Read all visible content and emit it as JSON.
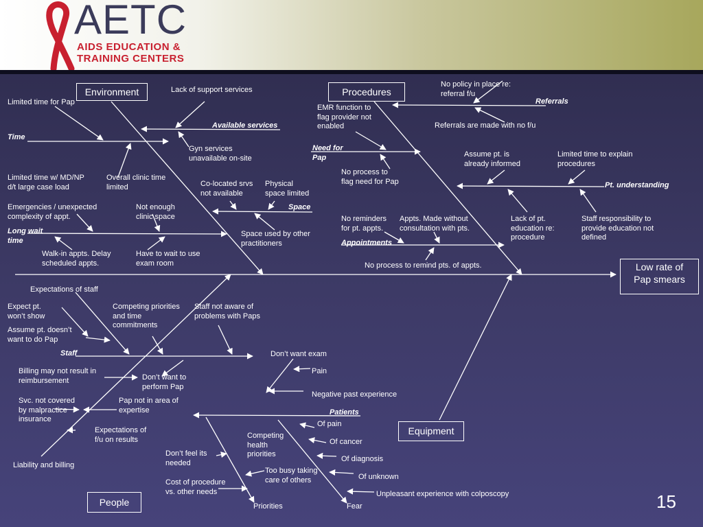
{
  "header": {
    "logo_title": "AETC",
    "logo_line1": "AIDS EDUCATION &",
    "logo_line2": "TRAINING CENTERS",
    "ribbon_color": "#c8202f"
  },
  "boxes": {
    "environment": "Environment",
    "procedures": "Procedures",
    "people": "People",
    "equipment": "Equipment",
    "effect_line1": "Low rate of",
    "effect_line2": "Pap smears"
  },
  "environment": {
    "lack_support": "Lack of support services",
    "limited_time_pap": "Limited time for Pap",
    "available_services": "Available services",
    "time": "Time",
    "gyn1": "Gyn services",
    "gyn2": "unavailable on-site",
    "ltw1": "Limited time w/ MD/NP",
    "ltw2": "d/t large case load",
    "ocl1": "Overall clinic time",
    "ocl2": "limited",
    "cosrvs1": "Co-located srvs",
    "cosrvs2": "not available",
    "phys1": "Physical",
    "phys2": "space limited",
    "space": "Space",
    "emerg1": "Emergencies / unexpected",
    "emerg2": "complexity of appt.",
    "notenough1": "Not enough",
    "notenough2": "clinic space",
    "longwait1": "Long wait",
    "longwait2": "time",
    "spaceused1": "Space used by other",
    "spaceused2": "practitioners",
    "walkin1": "Walk-in appts. Delay",
    "walkin2": "scheduled appts.",
    "havewait1": "Have to wait to use",
    "havewait2": "exam room"
  },
  "procedures": {
    "nopolicy1": "No policy in place re:",
    "nopolicy2": "referral f/u",
    "referrals": "Referrals",
    "emr1": "EMR function to",
    "emr2": "flag provider not",
    "emr3": "enabled",
    "refmade": "Referrals are made with no f/u",
    "needfor1": "Need for",
    "needfor2": "Pap",
    "assume1": "Assume pt. is",
    "assume2": "already informed",
    "ltexplain1": "Limited time to explain",
    "ltexplain2": "procedures",
    "noprocflag1": "No process to",
    "noprocflag2": "flag need for Pap",
    "ptunder": "Pt. understanding",
    "norem1": "No reminders",
    "norem2": "for pt. appts.",
    "apptsmade1": "Appts. Made without",
    "apptsmade2": "consultation with pts.",
    "lackpt1": "Lack of pt.",
    "lackpt2": "education re:",
    "lackpt3": "procedure",
    "staffresp1": "Staff responsibility to",
    "staffresp2": "provide education not",
    "staffresp3": "defined",
    "appointments": "Appointments",
    "noprocremind": "No process to remind pts. of appts."
  },
  "people": {
    "expstaff": "Expectations of staff",
    "expect1": "Expect pt.",
    "expect2": "won’t show",
    "competing1": "Competing priorities",
    "competing2": "and time",
    "competing3": "commitments",
    "staffnot1": "Staff not aware of",
    "staffnot2": "problems with Paps",
    "assumedoesnt1": "Assume pt. doesn’t",
    "assumedoesnt2": "want to do Pap",
    "staff": "Staff",
    "billing1": "Billing may not result in",
    "billing2": "reimbursement",
    "dontperform1": "Don’t want to",
    "dontperform2": "perform Pap",
    "svc1": "Svc. not covered",
    "svc2": "by malpractice",
    "svc3": "insurance",
    "papnot1": "Pap not in area of",
    "papnot2": "expertise",
    "expfu1": "Expectations of",
    "expfu2": "f/u on results",
    "liability": "Liability and billing",
    "dontwantexam": "Don’t want exam",
    "pain": "Pain",
    "negpast": "Negative past experience",
    "patients": "Patients",
    "ofpain": "Of pain",
    "compet1": "Competing",
    "compet2": "health",
    "compet3": "priorities",
    "ofcancer": "Of cancer",
    "dontfeel1": "Don’t feel its",
    "dontfeel2": "needed",
    "ofdiag": "Of diagnosis",
    "toobusy1": "Too busy taking",
    "toobusy2": "care of others",
    "ofunknown": "Of unknown",
    "cost1": "Cost of procedure",
    "cost2": "vs. other needs",
    "unpleasant": "Unpleasant experience with colposcopy",
    "priorities": "Priorities",
    "fear": "Fear"
  },
  "page_number": "15"
}
